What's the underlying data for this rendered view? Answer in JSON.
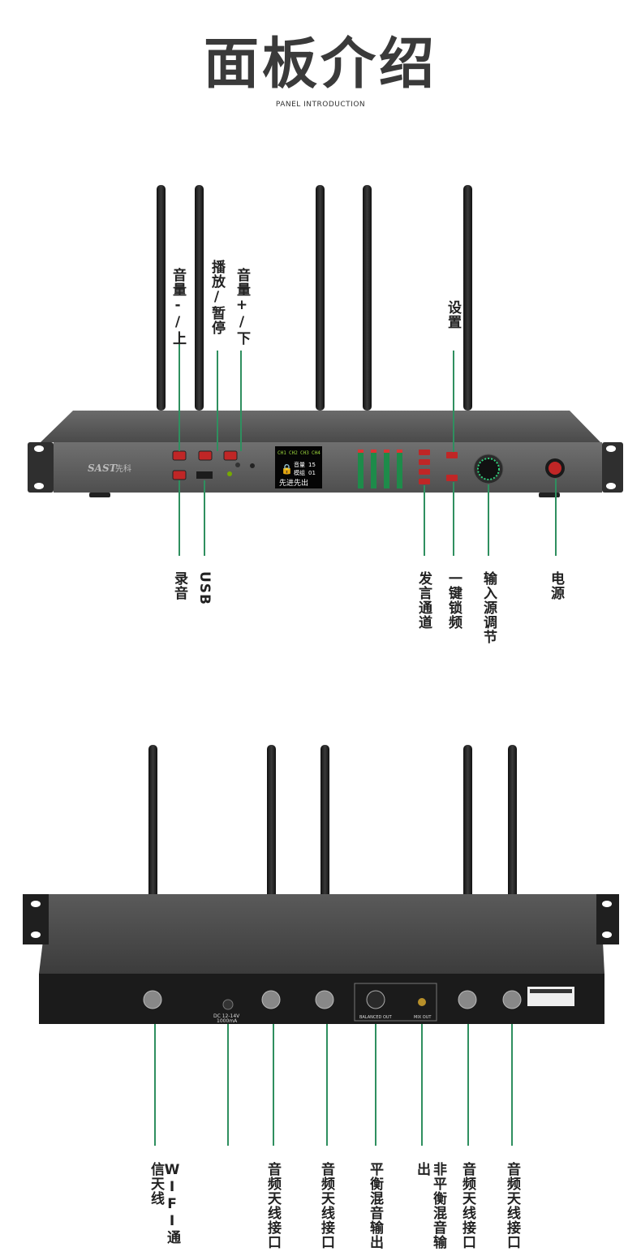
{
  "header": {
    "title": "面板介绍",
    "subtitle": "PANEL INTRODUCTION"
  },
  "front_panel": {
    "brand": "SAST",
    "brand_cn": "先科",
    "display": {
      "channels": [
        "CH1",
        "CH2",
        "CH3",
        "CH4"
      ],
      "line1_label": "音量",
      "line1_value": "15",
      "line2_label": "模组",
      "line2_value": "01",
      "line3": "先进先出"
    },
    "labels_top": {
      "vol_minus": "音量-/上",
      "play_pause": "播放/暂停",
      "vol_plus": "音量+/下",
      "settings": "设置"
    },
    "labels_bottom": {
      "record": "录音",
      "usb": "USB",
      "channel": "发言通道",
      "lock": "一键锁频",
      "input": "输入源调节",
      "power": "电源"
    }
  },
  "rear_panel": {
    "dc_label": "DC 12-14V",
    "dc_current": "1000mA",
    "balanced_out": "BALANCED OUT",
    "mix_out": "MIX OUT",
    "labels": {
      "wifi": "WIFI通信天线",
      "ant1": "音频天线接口",
      "ant2": "音频天线接口",
      "balanced": "平衡混音输出",
      "unbalanced": "非平衡混音输出",
      "ant3": "音频天线接口",
      "ant4": "音频天线接口"
    }
  }
}
